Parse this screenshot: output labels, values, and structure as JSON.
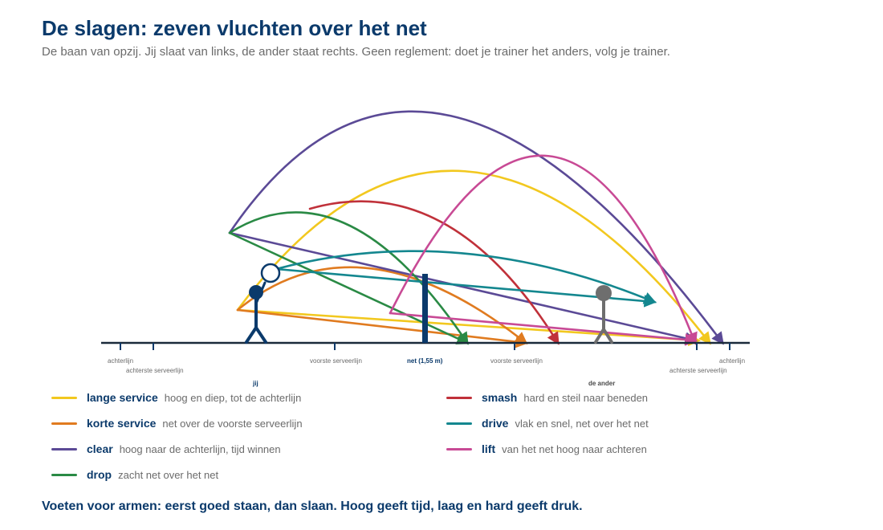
{
  "title": "De slagen: zeven vluchten over het net",
  "subtitle": "De baan van opzij. Jij slaat van links, de ander staat rechts. Geen reglement: doet je trainer het anders, volg je trainer.",
  "court": {
    "labels": {
      "back_left": "achterlijn",
      "back_service_left": "achterste serveerlijn",
      "front_service_left": "voorste serveerlijn",
      "net": "net (1,55 m)",
      "front_service_right": "voorste serveerlijn",
      "back_service_right": "achterste serveerlijn",
      "back_right": "achterlijn"
    },
    "players": {
      "you": "jij",
      "other": "de ander"
    }
  },
  "strokes": [
    {
      "key": "long-serve",
      "name": "lange service",
      "desc": "hoog en diep, tot de achterlijn",
      "color": "#f2c81f"
    },
    {
      "key": "short-serve",
      "name": "korte service",
      "desc": "net over de voorste serveerlijn",
      "color": "#e07b20"
    },
    {
      "key": "clear",
      "name": "clear",
      "desc": "hoog naar de achterlijn, tijd winnen",
      "color": "#5b4a96"
    },
    {
      "key": "drop",
      "name": "drop",
      "desc": "zacht net over het net",
      "color": "#2a8a45"
    },
    {
      "key": "smash",
      "name": "smash",
      "desc": "hard en steil naar beneden",
      "color": "#c0313a"
    },
    {
      "key": "drive",
      "name": "drive",
      "desc": "vlak en snel, net over het net",
      "color": "#14878f"
    },
    {
      "key": "lift",
      "name": "lift",
      "desc": "van het net hoog naar achteren",
      "color": "#c84a95"
    }
  ],
  "colors": {
    "you": "#0b3a6b",
    "other": "#6e6e6e",
    "floor": "#1a2a3a"
  },
  "footer": "Voeten voor armen: eerst goed staan, dan slaan. Hoog geeft tijd, laag en hard geeft druk."
}
